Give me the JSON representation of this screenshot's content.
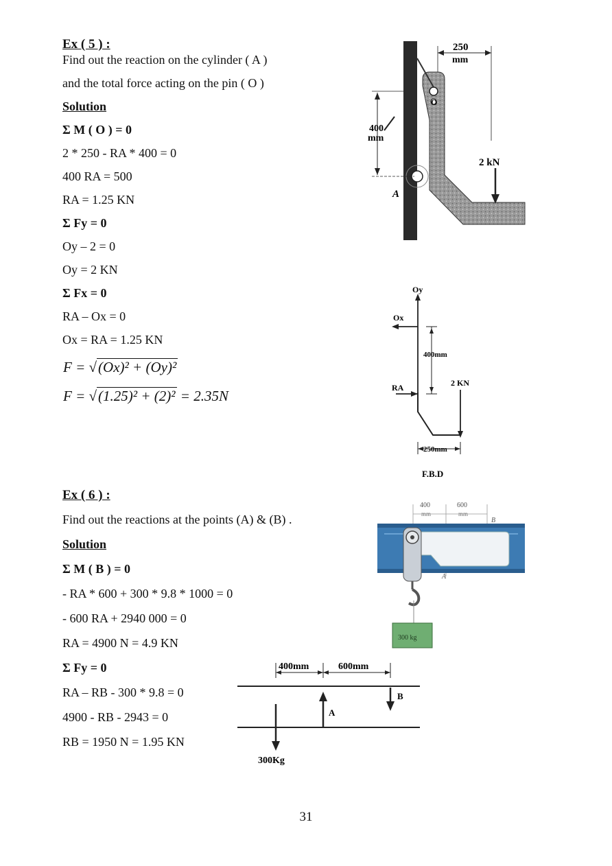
{
  "ex5": {
    "title": "Ex ( 5 ) :",
    "question1": "Find out the reaction on the cylinder ( A )",
    "question2": "and  the total force acting on the pin ( O )",
    "solution": "Solution",
    "lines": [
      "Σ M ( O ) = 0",
      "2 * 250 - RA * 400 = 0",
      "400 RA = 500",
      "RA = 1.25 KN",
      "Σ Fy = 0",
      "Oy – 2 = 0",
      "Oy = 2 KN",
      "Σ Fx = 0",
      "RA – Ox = 0",
      "Ox = RA = 1.25 KN"
    ],
    "formula1_lhs": "F =",
    "formula1_rad": "(Ox)² + (Oy)²",
    "formula2_lhs": "F =",
    "formula2_rad": "(1.25)² + (2)²",
    "formula2_rhs": "= 2.35N",
    "figure": {
      "dim_250": "250",
      "dim_250_unit": "mm",
      "dim_400": "400",
      "dim_400_unit": "mm",
      "force": "2 kN",
      "label_a": "A",
      "label_o": "O"
    },
    "fbd": {
      "oy": "Oy",
      "ox": "Ox",
      "dim_400": "400mm",
      "ra": "RA",
      "force": "2 KN",
      "dim_250": "250mm",
      "caption": "F.B.D"
    }
  },
  "ex6": {
    "title": "Ex ( 6 ) :",
    "question": "Find out the reactions at the points (A) & (B)  .",
    "solution": "Solution",
    "lines": [
      "Σ M ( B ) = 0",
      "- RA * 600 + 300 * 9.8 * 1000 = 0",
      "- 600 RA + 2940 000 = 0",
      "RA = 4900 N = 4.9 KN",
      "Σ Fy = 0",
      "RA – RB - 300 * 9.8 = 0",
      "4900 - RB - 2943 = 0",
      "RB = 1950 N = 1.95 KN"
    ],
    "figure": {
      "dim_400": "400",
      "dim_400_unit": "mm",
      "dim_600": "600",
      "dim_600_unit": "mm",
      "label_b": "B",
      "label_a": "A",
      "mass": "300 kg"
    },
    "fbd": {
      "dim_400": "400mm",
      "dim_600": "600mm",
      "label_b": "B",
      "label_a": "A",
      "load": "300Kg"
    }
  },
  "page_number": "31"
}
